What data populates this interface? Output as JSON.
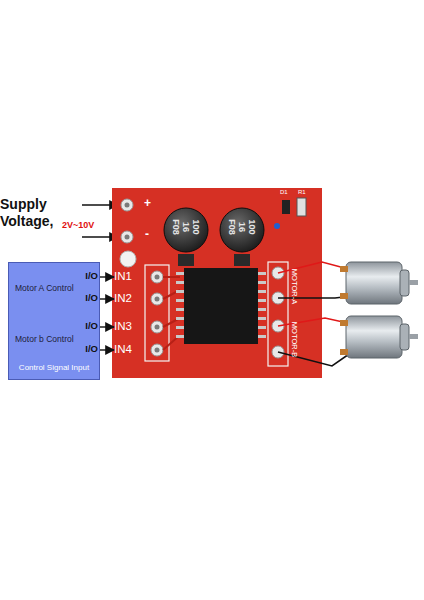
{
  "diagram": {
    "nodes": [
      {
        "text": [
          "Motor A Control",
          "Motor b Control",
          "Control Signal Input"
        ]
      },
      {
        "text": [
          "IN1"
        ]
      },
      {
        "text": [
          "IN2"
        ]
      },
      {
        "text": [
          "IN3"
        ]
      },
      {
        "text": [
          "IN4"
        ]
      }
    ],
    "edges": [
      {
        "from": 0,
        "to": 1,
        "label": "I/O",
        "arrow": "to"
      },
      {
        "from": 0,
        "to": 2,
        "label": "I/O",
        "arrow": "to"
      },
      {
        "from": 0,
        "to": 3,
        "label": "I/O",
        "arrow": "to"
      },
      {
        "from": 0,
        "to": 4,
        "label": "I/O",
        "arrow": "to"
      }
    ],
    "labels": [
      "Supply Voltage,",
      "2V~10V",
      "+",
      "-",
      "100 16 F08",
      "100 16 F08",
      "D1",
      "R1",
      "MOTOR-A",
      "MOTOR-B"
    ]
  }
}
